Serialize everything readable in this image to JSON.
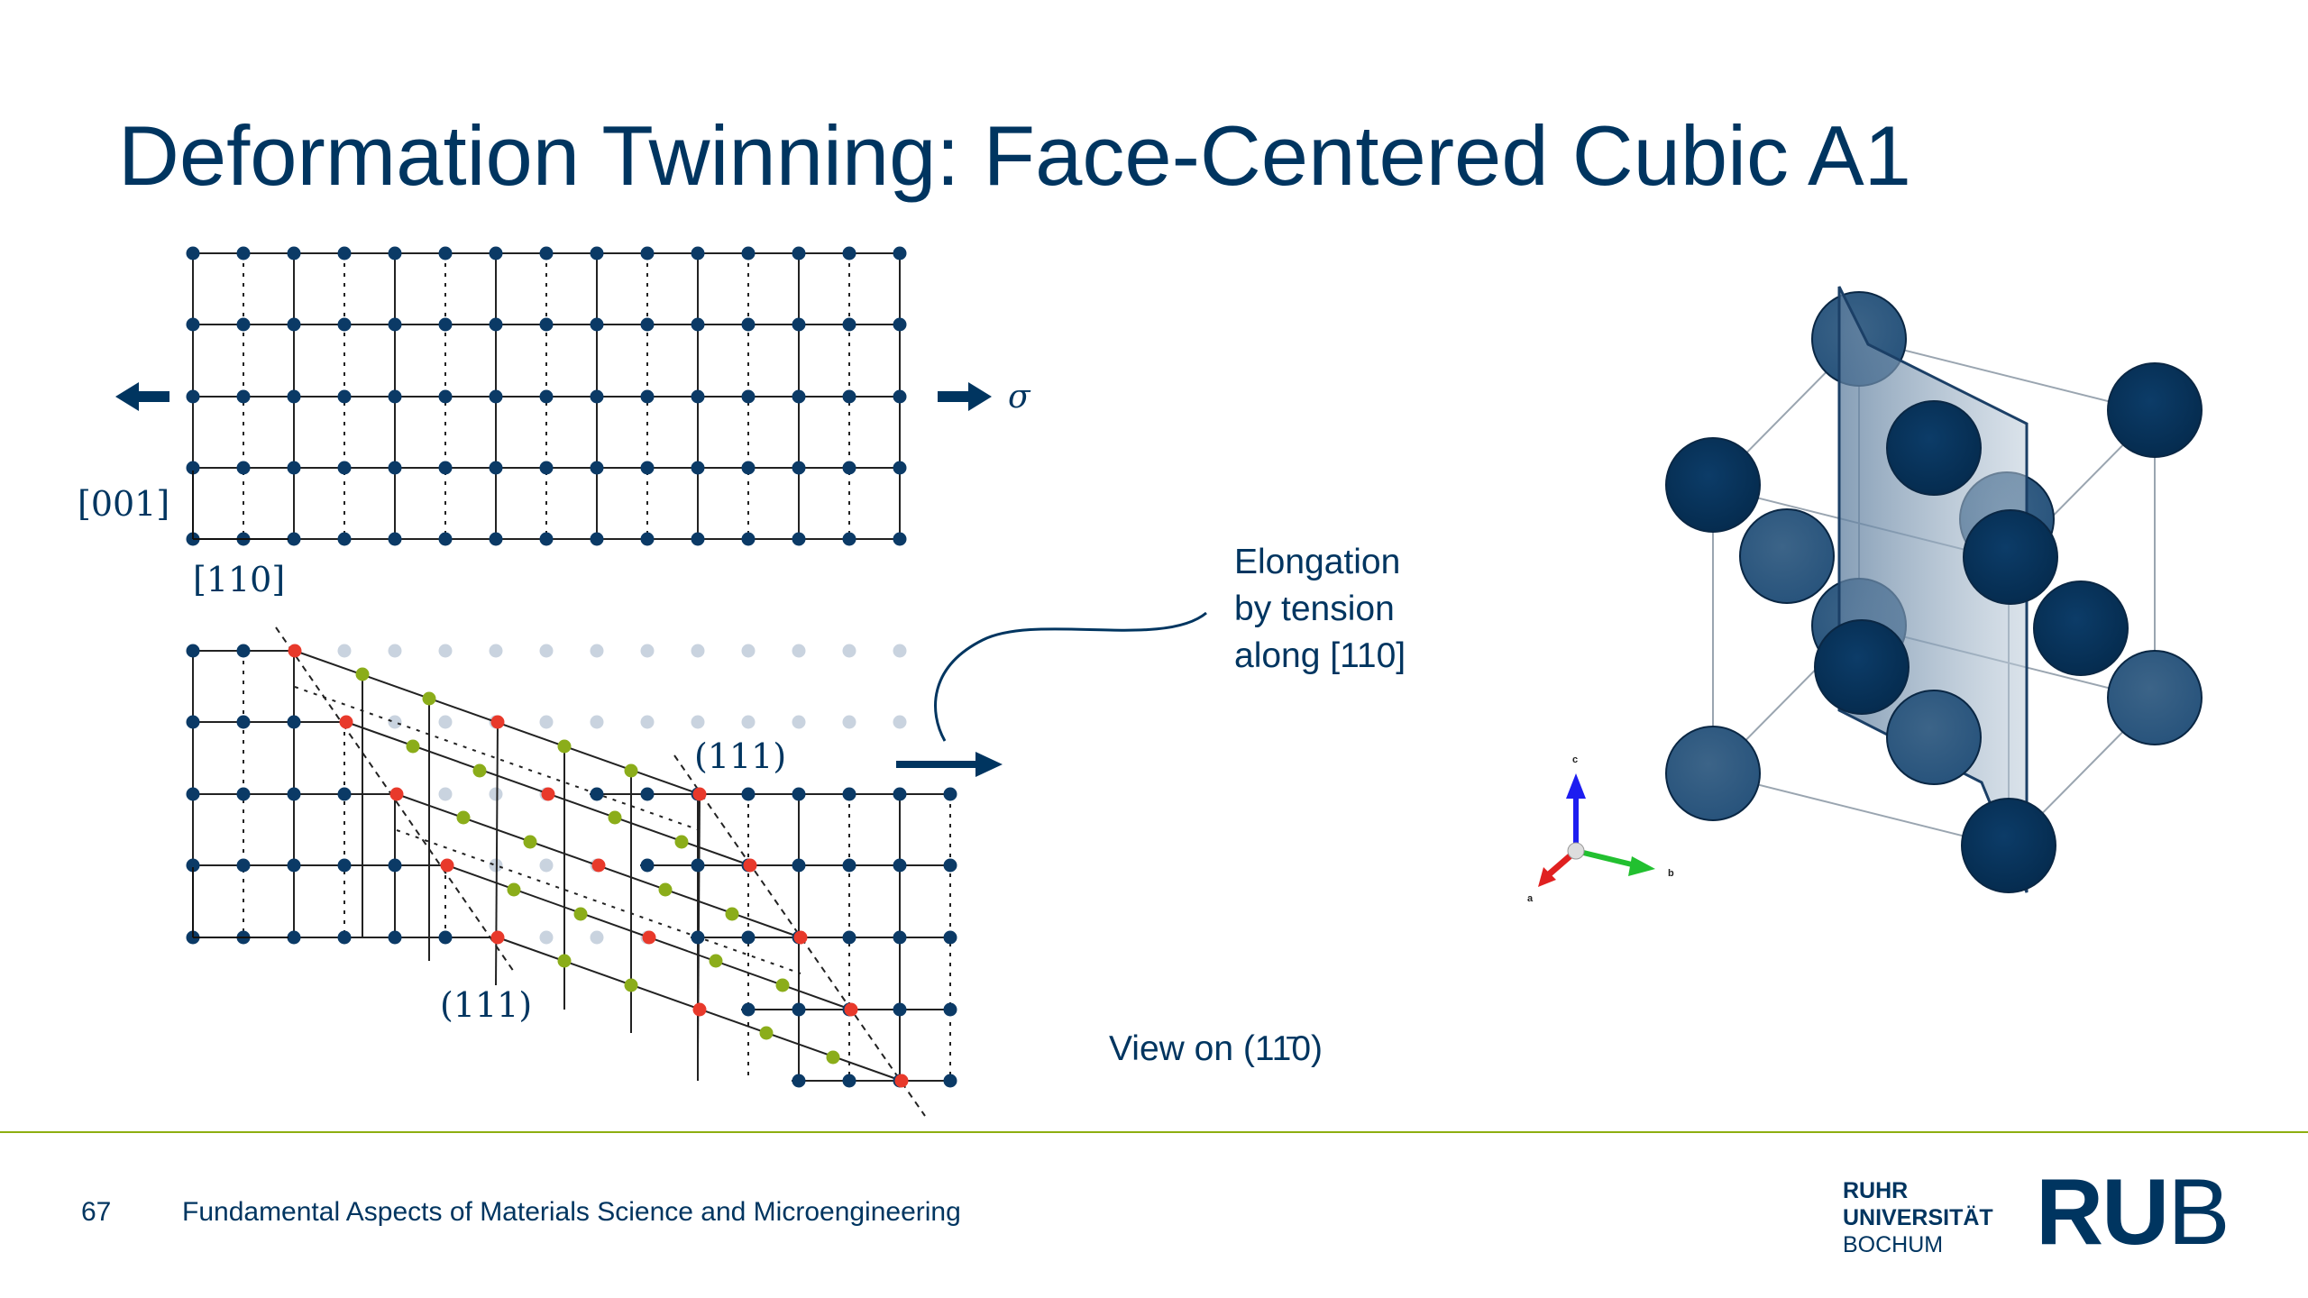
{
  "slide": {
    "title": "Deformation Twinning: Face-Centered Cubic A1",
    "page_number": "67",
    "course_title": "Fundamental Aspects of Materials Science and Microengineering"
  },
  "top_lattice": {
    "stress_label": "σ",
    "vertical_axis": "[001]",
    "horizontal_axis": "[110]"
  },
  "twin_lattice": {
    "plane_label_upper": "(111)",
    "plane_label_lower": "(111)"
  },
  "annotations": {
    "elongation_line1": "Elongation",
    "elongation_line2": "by tension",
    "elongation_line3": "along [110]",
    "view_on": "View on (11̄0)"
  },
  "axes_triad": {
    "c": "c",
    "b": "b",
    "a": "a"
  },
  "logo": {
    "line1": "RUHR",
    "line2": "UNIVERSITÄT",
    "line3": "BOCHUM",
    "mark_bold": "RU",
    "mark_thin": "B"
  },
  "colors": {
    "navy": "#003560",
    "atom": "#0b3a66",
    "red_atom": "#e8392b",
    "green_atom": "#8bad1a",
    "ghost_atom": "#c9d3df",
    "accent_line": "#8dae10"
  }
}
